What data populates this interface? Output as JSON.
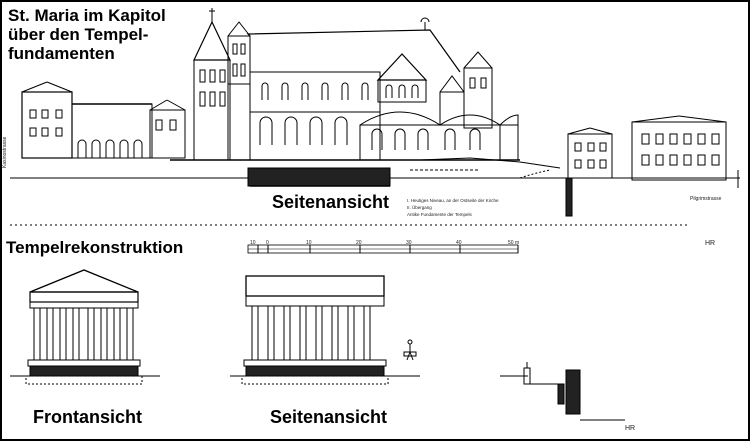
{
  "title": {
    "line1": "St. Maria im Kapitol",
    "line2": "über den Tempel-",
    "line3": "fundamenten"
  },
  "captions": {
    "side_view_church": "Seitenansicht",
    "temple_reconstruction": "Tempelrekonstruktion",
    "front_view": "Frontansicht",
    "side_view_temple": "Seitenansicht"
  },
  "street_labels": {
    "left": "Kasinostrasse",
    "right": "Pilgrimstrasse"
  },
  "legend": [
    "I. Heutiges Niveau, an der Ostseite der Kirche",
    "II. Übergang",
    "Antike Fundamente der Tempels"
  ],
  "scale_bar": {
    "ticks": [
      "10",
      "0",
      "10",
      "20",
      "30",
      "40",
      "50 m"
    ]
  },
  "signature": "HR",
  "colors": {
    "ink": "#000000",
    "paper": "#ffffff",
    "foundation": "#222222"
  }
}
